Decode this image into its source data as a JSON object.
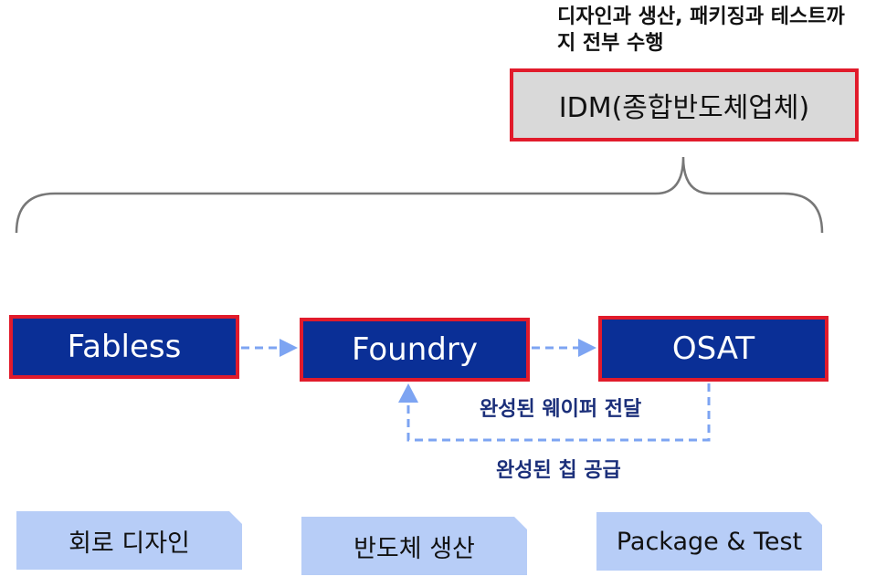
{
  "idm": {
    "note": "디자인과 생산, 패키징과 테스트까지 전부 수행",
    "title": "IDM(종합반도체업체)"
  },
  "companies": {
    "fabless": "Fabless",
    "foundry": "Foundry",
    "osat": "OSAT"
  },
  "flows": {
    "wafer_delivery": "완성된 웨이퍼 전달",
    "chip_supply": "완성된 칩 공급"
  },
  "roles": {
    "design": "회로 디자인",
    "production": "반도체 생산",
    "package_test": "Package & Test"
  },
  "colors": {
    "company_fill": "#0a2f96",
    "highlight_border": "#e11b2b",
    "idm_fill": "#d9d9d9",
    "role_fill": "#b7cdf7",
    "arrow": "#7da4f2"
  }
}
